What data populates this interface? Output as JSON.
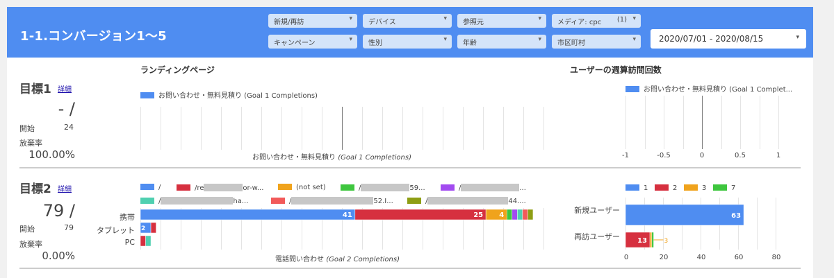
{
  "title": "1-1.コンバージョン1〜5",
  "filters": [
    {
      "label": "新規/再訪",
      "count": ""
    },
    {
      "label": "デバイス",
      "count": ""
    },
    {
      "label": "参照元",
      "count": ""
    },
    {
      "label": "メディア: cpc",
      "count": "(1)"
    },
    {
      "label": "キャンペーン",
      "count": ""
    },
    {
      "label": "性別",
      "count": ""
    },
    {
      "label": "年齢",
      "count": ""
    },
    {
      "label": "市区町村",
      "count": ""
    }
  ],
  "date_range": "2020/07/01 - 2020/08/15",
  "sections": {
    "landing": "ランディングページ",
    "weekly": "ユーザーの週算訪問回数"
  },
  "goal1": {
    "title": "目標1",
    "detail": "詳細",
    "value": "- /",
    "start_label": "開始",
    "start_value": "24",
    "abandon_label": "放棄率",
    "abandon_value": "100.00%",
    "legend": "お問い合わせ・無料見積り (Goal 1 Completions)",
    "legend_short": "お問い合わせ・無料見積り (Goal 1 Complet...",
    "xlabel_main": "お問い合わせ・無料見積り",
    "xlabel_italic": "(Goal 1 Completions)",
    "axis_ticks": [
      "-1",
      "-0.5",
      "0",
      "0.5",
      "1"
    ]
  },
  "goal2": {
    "title": "目標2",
    "detail": "詳細",
    "value": "79 /",
    "start_label": "開始",
    "start_value": "79",
    "abandon_label": "放棄率",
    "abandon_value": "0.00%",
    "legend_row1": [
      {
        "pre": "/",
        "mid": "",
        "post": "",
        "color": "#4f8df1"
      },
      {
        "pre": "/re",
        "mid": "",
        "post": "or-w...",
        "color": "#d6303f"
      },
      {
        "pre": "(not set)",
        "mid": "",
        "post": "",
        "color": "#f0a31c"
      },
      {
        "pre": "/",
        "mid": "",
        "post": "59...",
        "color": "#3ec63e"
      },
      {
        "pre": "/",
        "mid": "",
        "post": "...",
        "color": "#a24bf0"
      }
    ],
    "legend_row2": [
      {
        "pre": "/",
        "mid": "",
        "post": "ha...",
        "color": "#4fd0b0"
      },
      {
        "pre": "/",
        "mid": "",
        "post": "52.I...",
        "color": "#f25a5a"
      },
      {
        "pre": "/",
        "mid": "",
        "post": "44....",
        "color": "#8e9e14"
      }
    ],
    "xlabel_main": "電話問い合わせ",
    "xlabel_italic": "(Goal 2 Completions)",
    "bar_labels": {
      "a": "41",
      "b": "25",
      "c": "4",
      "tablet": "2"
    },
    "weekly_legend": [
      "1",
      "2",
      "3",
      "7"
    ],
    "weekly_bar_labels": {
      "new": "63",
      "ret_a": "13",
      "ret_small": "3"
    }
  },
  "chart_data": [
    {
      "type": "bar",
      "title": "ランディングページ",
      "categories": [],
      "series": [
        {
          "name": "お問い合わせ・無料見積り (Goal 1 Completions)",
          "values": []
        }
      ],
      "xlabel": "お問い合わせ・無料見積り (Goal 1 Completions)"
    },
    {
      "type": "bar",
      "title": "ユーザーの週算訪問回数",
      "categories": [],
      "series": [
        {
          "name": "お問い合わせ・無料見積り (Goal 1 Complet...",
          "values": []
        }
      ],
      "xlim": [
        -1,
        1
      ],
      "xticks": [
        "-1",
        "-0.5",
        "0",
        "0.5",
        "1"
      ]
    },
    {
      "type": "bar",
      "orientation": "horizontal-stacked",
      "categories": [
        "携帯",
        "タブレット",
        "PC"
      ],
      "series": [
        {
          "name": "/",
          "values": [
            41,
            2,
            0
          ]
        },
        {
          "name": "/re...or-w...",
          "values": [
            25,
            1,
            1
          ]
        },
        {
          "name": "(not set)",
          "values": [
            4,
            0,
            0
          ]
        },
        {
          "name": "/...59...",
          "values": [
            1,
            0,
            0
          ]
        },
        {
          "name": "/......",
          "values": [
            1,
            0,
            0
          ]
        },
        {
          "name": "/...ha...",
          "values": [
            1,
            0,
            1
          ]
        },
        {
          "name": "/...52.I...",
          "values": [
            1,
            0,
            0
          ]
        },
        {
          "name": "/...44....",
          "values": [
            1,
            0,
            0
          ]
        }
      ],
      "xlabel": "電話問い合わせ (Goal 2 Completions)"
    },
    {
      "type": "bar",
      "orientation": "horizontal-stacked",
      "categories": [
        "新規ユーザー",
        "再訪ユーザー"
      ],
      "series": [
        {
          "name": "1",
          "values": [
            63,
            0
          ]
        },
        {
          "name": "2",
          "values": [
            0,
            13
          ]
        },
        {
          "name": "3",
          "values": [
            0,
            1
          ]
        },
        {
          "name": "7",
          "values": [
            0,
            1
          ]
        }
      ],
      "xlim": [
        0,
        80
      ],
      "xticks": [
        "0",
        "20",
        "40",
        "60",
        "80"
      ]
    }
  ],
  "colors": {
    "header": "#4f8df1",
    "series": [
      "#4f8df1",
      "#d6303f",
      "#f0a31c",
      "#3ec63e",
      "#a24bf0",
      "#4fd0b0",
      "#f25a5a",
      "#8e9e14"
    ]
  }
}
